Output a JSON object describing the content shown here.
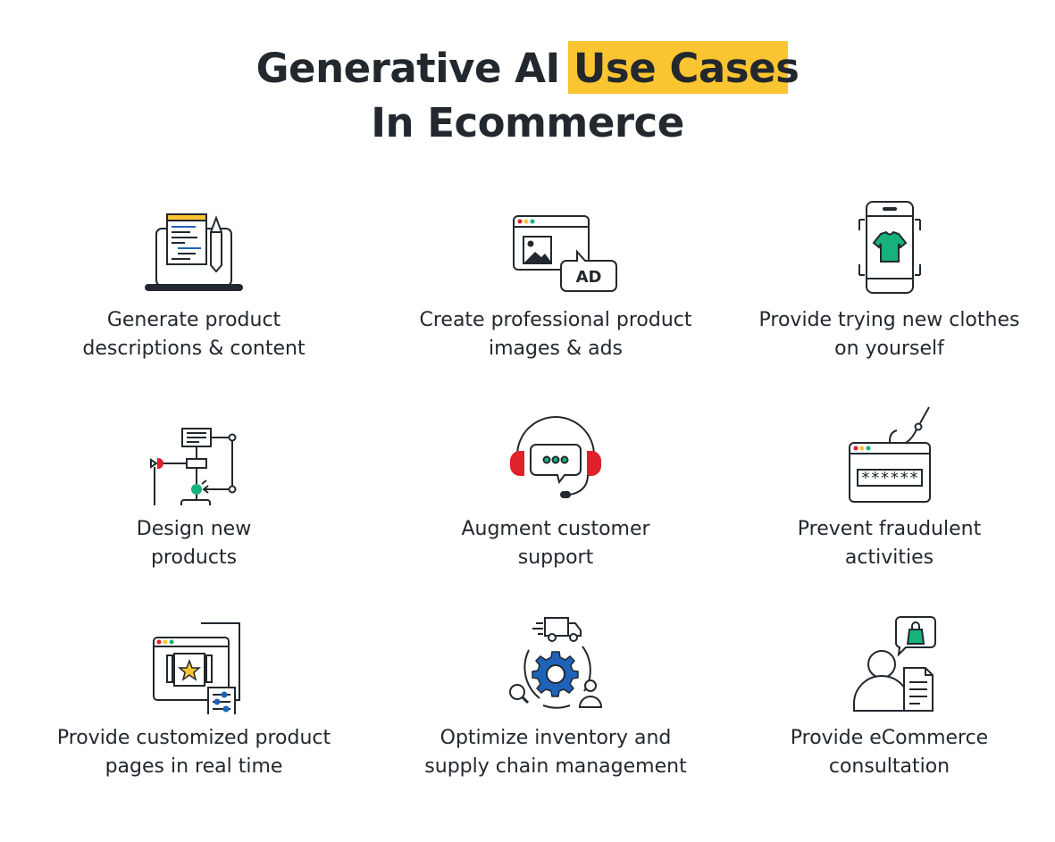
{
  "title": {
    "line1_pre": "Generative AI",
    "line1_highlight": "Use Cases",
    "line2": "In Ecommerce",
    "highlight_color": "#fbc531"
  },
  "colors": {
    "ink": "#22282e",
    "red": "#e0202a",
    "yellow": "#fbc531",
    "green": "#17b27c",
    "blue": "#1f63b8"
  },
  "cards": [
    {
      "icon": "laptop-document-pencil-icon",
      "line1": "Generate product",
      "line2": "descriptions & content"
    },
    {
      "icon": "browser-image-ad-icon",
      "line1": "Create professional product",
      "line2": "images & ads",
      "badge": "AD"
    },
    {
      "icon": "phone-tshirt-try-on-icon",
      "line1": "Provide trying new clothes",
      "line2": "on yourself"
    },
    {
      "icon": "flowchart-design-icon",
      "line1": "Design new",
      "line2": "products"
    },
    {
      "icon": "headset-chat-support-icon",
      "line1": "Augment customer",
      "line2": "support"
    },
    {
      "icon": "browser-password-hook-icon",
      "line1": "Prevent fraudulent",
      "line2": "activities",
      "password_mask": "******"
    },
    {
      "icon": "custom-page-star-sliders-icon",
      "line1": "Provide customized product",
      "line2": "pages in real time"
    },
    {
      "icon": "truck-gear-supply-chain-icon",
      "line1": "Optimize inventory and",
      "line2": "supply chain management"
    },
    {
      "icon": "person-shopping-bag-consultation-icon",
      "line1": "Provide eCommerce",
      "line2": "consultation"
    }
  ]
}
